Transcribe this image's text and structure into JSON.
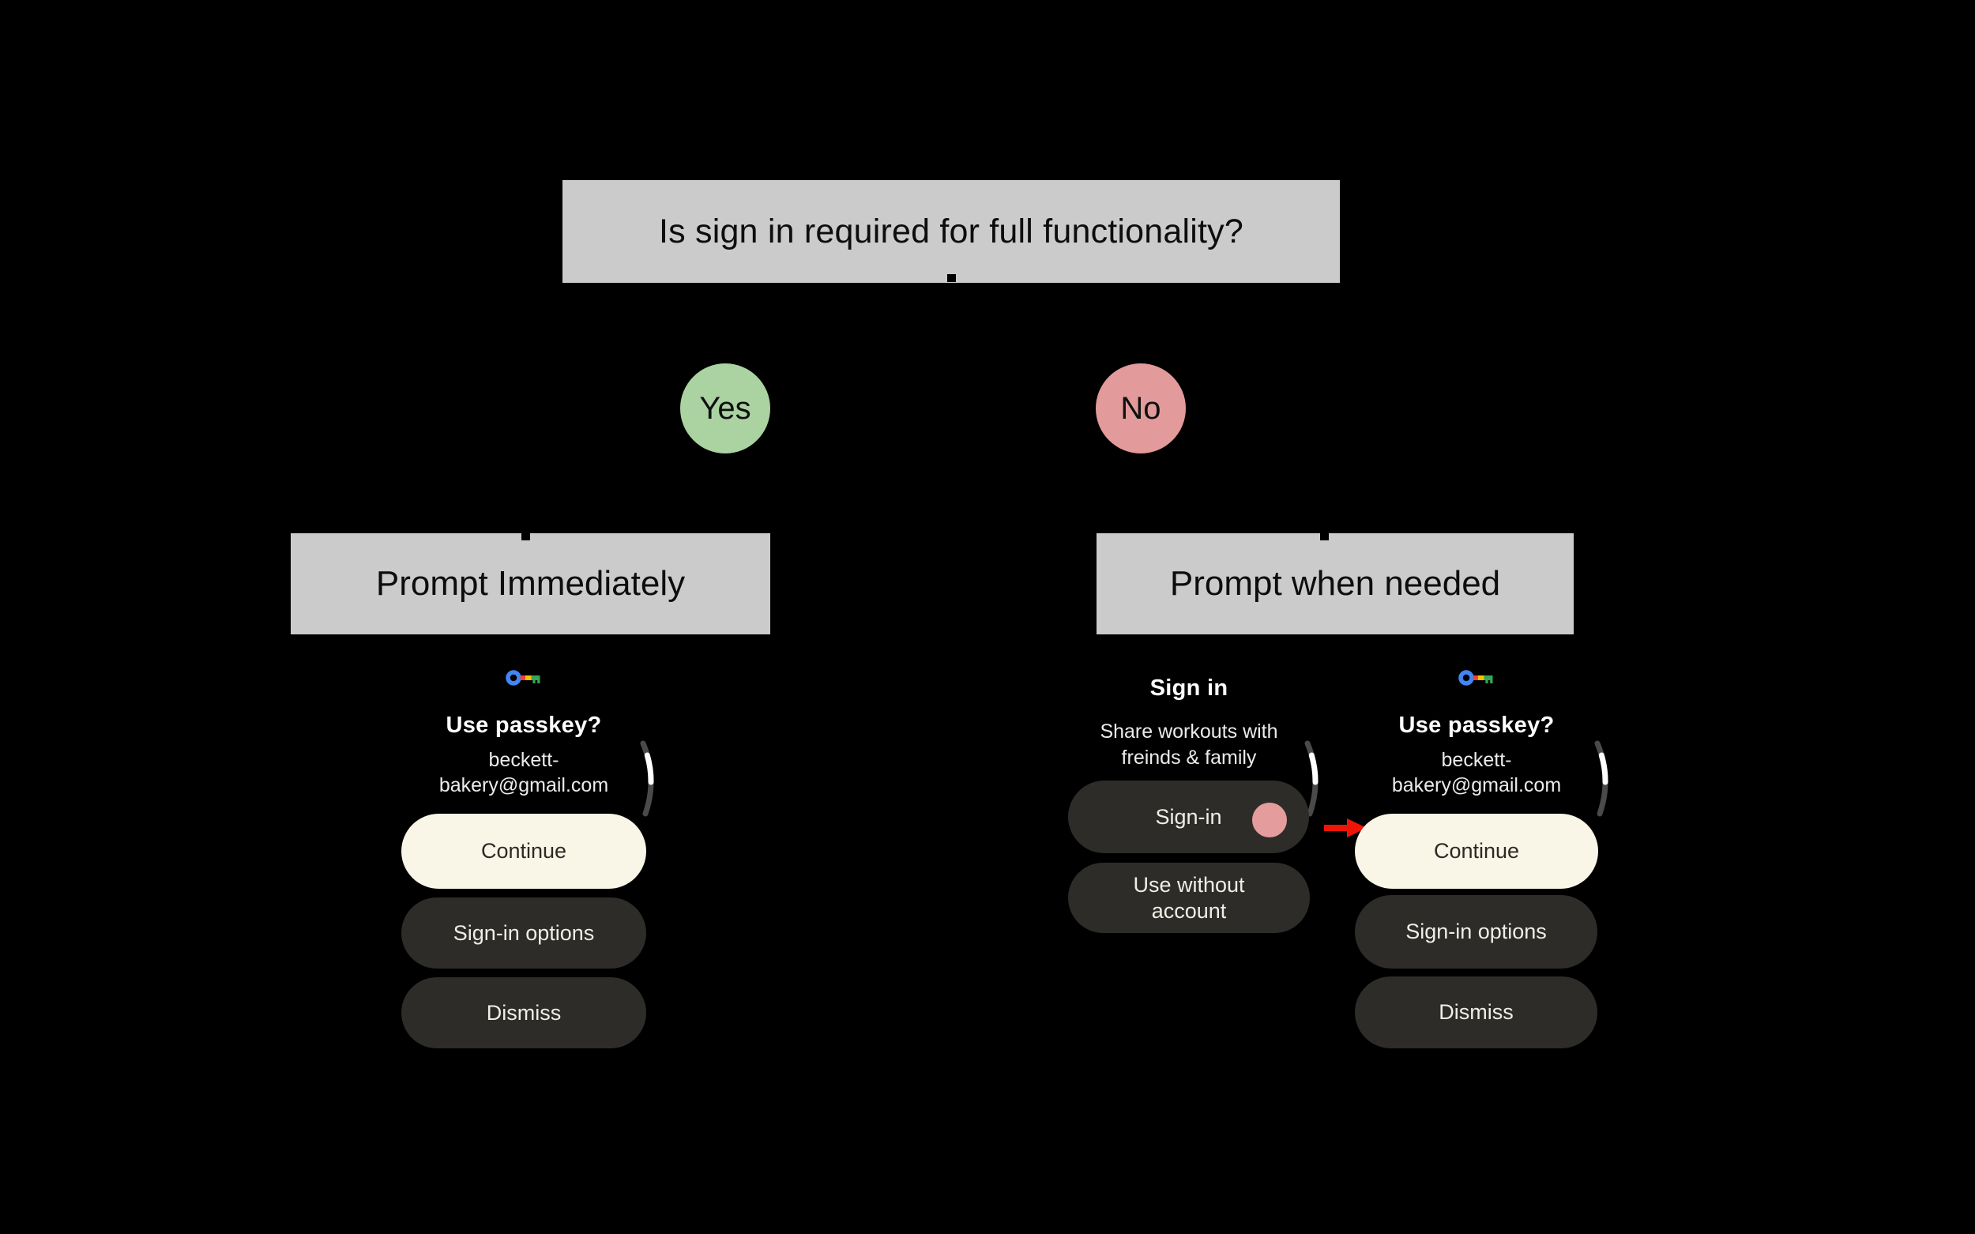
{
  "flowchart": {
    "question": "Is sign in required for full functionality?",
    "yes_label": "Yes",
    "no_label": "No",
    "branch_yes_label": "Prompt Immediately",
    "branch_no_label": "Prompt when needed"
  },
  "passkey_screen": {
    "heading": "Use passkey?",
    "email_line1": "beckett-",
    "email_line2": "bakery@gmail.com",
    "email_full": "beckett-bakery@gmail.com",
    "continue_label": "Continue",
    "signin_options_label": "Sign-in options",
    "dismiss_label": "Dismiss"
  },
  "signin_screen": {
    "title": "Sign in",
    "subtitle_line1": "Share workouts with",
    "subtitle_line2": "freinds & family",
    "signin_label": "Sign-in",
    "use_without_line1": "Use without",
    "use_without_line2": "account"
  },
  "icons": {
    "passkey_icon": "google-passkey-key",
    "scroll_indicator": "watch-scroll-arc",
    "arrow": "red-right-arrow",
    "tap_dot": "tap-indicator"
  },
  "colors": {
    "background": "#000000",
    "flow_box_gray": "#cbcbcb",
    "yes_green": "#abd3a2",
    "no_pink": "#e39a9a",
    "button_cream": "#faf6e7",
    "button_dark": "#2d2c29",
    "text_on_cream": "#2b2a24",
    "text_white": "#ffffff",
    "arrow_red": "#ee1506",
    "tap_dot_pink": "#e59c9c",
    "scroll_track_gray": "#4a4a4a",
    "scroll_thumb_white": "#ffffff",
    "passkey_blue": "#4285f4",
    "passkey_red": "#ea4335",
    "passkey_yellow": "#fbbc04",
    "passkey_green": "#34a853"
  }
}
